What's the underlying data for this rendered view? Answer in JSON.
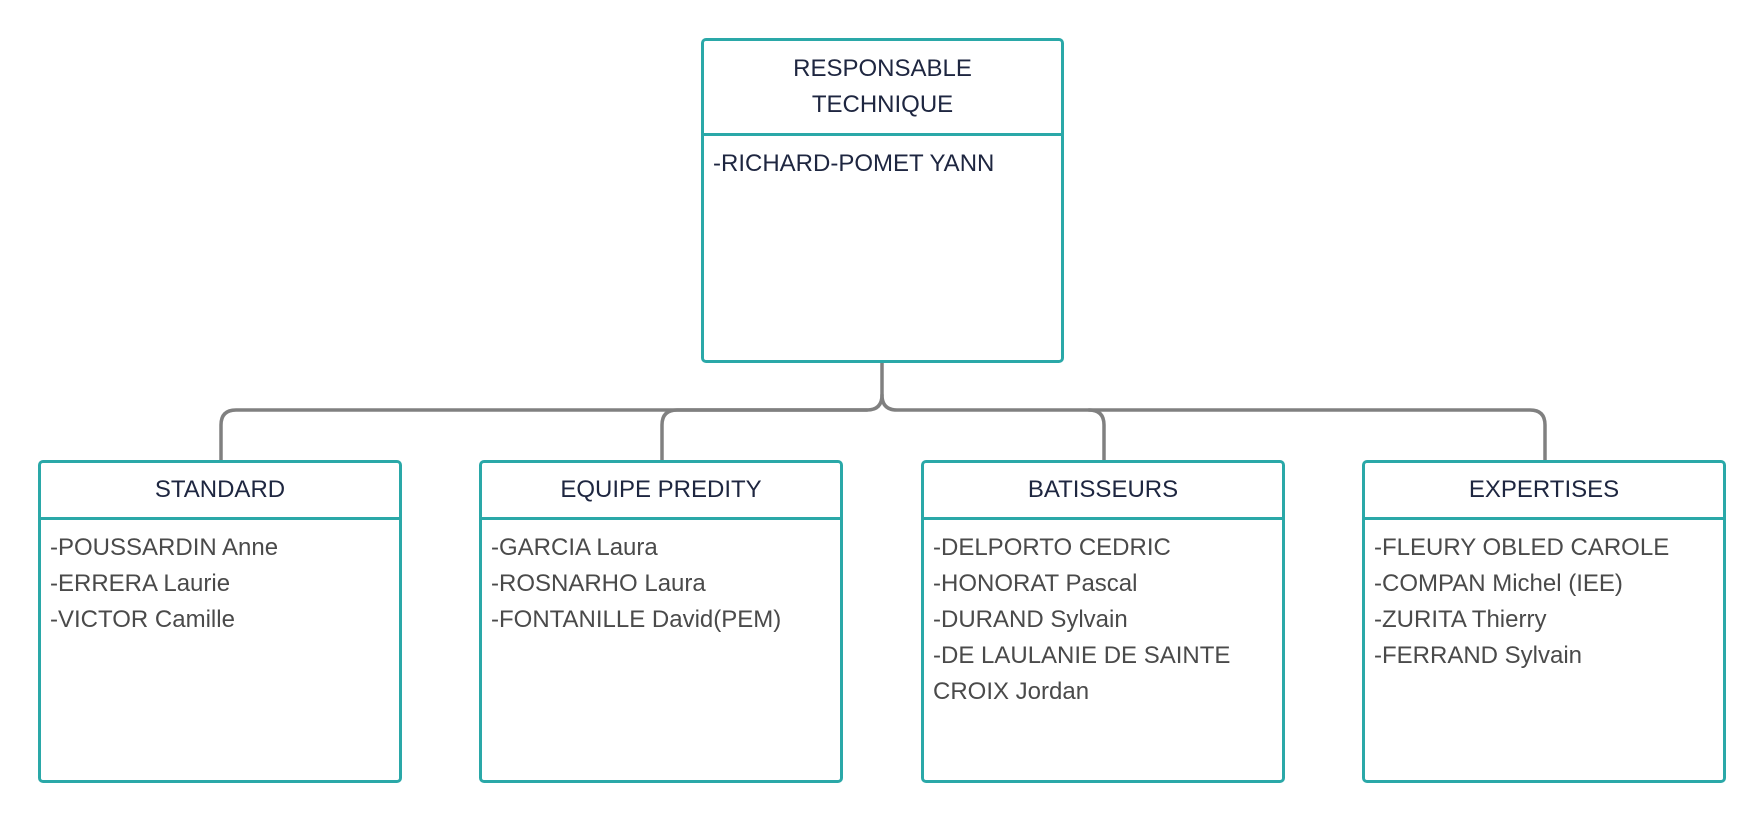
{
  "theme": {
    "border_color": "#2aa8a8",
    "connector_color": "#808080",
    "header_text_color": "#1e2640",
    "body_text_color": "#4a4a4a"
  },
  "top": {
    "title_line1": "RESPONSABLE",
    "title_line2": "TECHNIQUE",
    "members": [
      "-RICHARD-POMET YANN"
    ]
  },
  "teams": [
    {
      "title": "STANDARD",
      "members": [
        "-POUSSARDIN Anne",
        "-ERRERA Laurie",
        "-VICTOR Camille"
      ]
    },
    {
      "title": "EQUIPE PREDITY",
      "members": [
        "-GARCIA Laura",
        "-ROSNARHO Laura",
        "-FONTANILLE David(PEM)"
      ]
    },
    {
      "title": "BATISSEURS",
      "members": [
        "-DELPORTO CEDRIC",
        "-HONORAT Pascal",
        "-DURAND Sylvain",
        "-DE LAULANIE DE SAINTE",
        "CROIX Jordan"
      ]
    },
    {
      "title": "EXPERTISES",
      "members": [
        "-FLEURY OBLED CAROLE",
        "-COMPAN Michel (IEE)",
        "-ZURITA Thierry",
        "-FERRAND Sylvain"
      ]
    }
  ]
}
